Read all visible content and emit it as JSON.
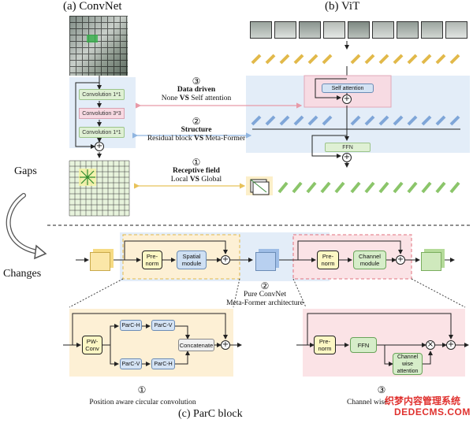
{
  "top": {
    "convnet_title": "(a)  ConvNet",
    "vit_title": "(b)  ViT",
    "conv_blocks": [
      "Convolution 1*1",
      "Convolution 3*3",
      "Convolution 1*1"
    ],
    "self_attention": "Self attention",
    "ffn": "FFN",
    "gaps_label": "Gaps",
    "changes_label": "Changes"
  },
  "comparisons": [
    {
      "num": "③",
      "title": "Data driven",
      "left": "None",
      "vs": "VS",
      "right": "Self attention"
    },
    {
      "num": "②",
      "title": "Structure",
      "left": "Residual block",
      "vs": "VS",
      "right": "Meta-Former"
    },
    {
      "num": "①",
      "title": "Receptive field",
      "left": "Local",
      "vs": "VS",
      "right": "Global"
    }
  ],
  "middle": {
    "pre_norm": "Pre-norm",
    "spatial_module": "Spatial module",
    "channel_module": "Channel module",
    "center_num": "②",
    "center_line1": "Pure ConvNet",
    "center_line2": "Meta-Former architecture"
  },
  "bottom_left": {
    "pw_conv": "PW-Conv",
    "parc_h1": "ParC-H",
    "parc_v1": "ParC-V",
    "parc_v2": "ParC-V",
    "parc_h2": "ParC-H",
    "concatenate": "Concatenate",
    "num": "①",
    "caption": "Position aware circular convolution"
  },
  "bottom_right": {
    "pre_norm": "Pre-norm",
    "ffn": "FFN",
    "channel_wise_attention": "Channel wise attention",
    "num": "③",
    "caption": "Channel wise"
  },
  "footer": {
    "caption": "(c)    ParC block",
    "watermark_cn": "织梦内容管理系统",
    "watermark_url": "DEDECMS.COM"
  },
  "colors": {
    "light_blue_panel": "#e3edf8",
    "yellow_panel": "#fdf0d5",
    "pink_panel": "#fbe3e6",
    "pink_dash": "#e0707e",
    "yellow_dash": "#e2b94a",
    "watermark_red": "#e0322f"
  }
}
